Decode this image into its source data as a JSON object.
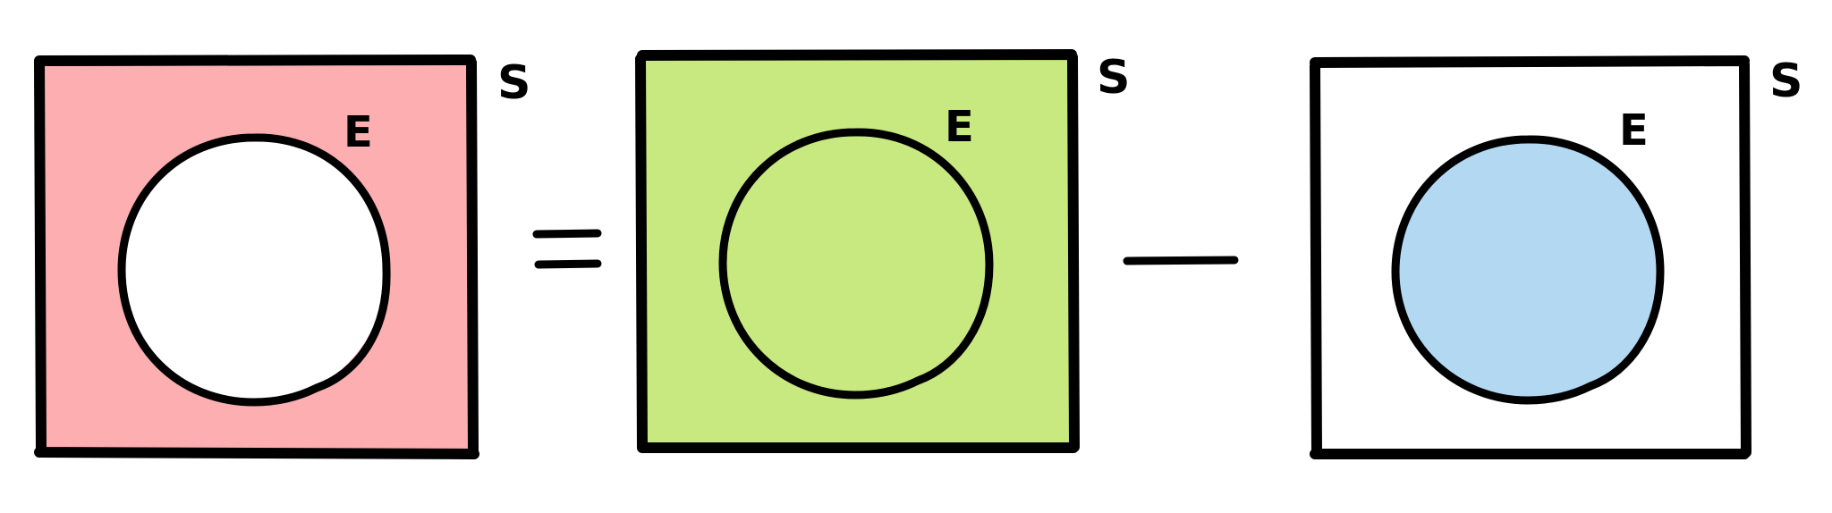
{
  "panels": [
    {
      "id": "complement",
      "set_label": "S",
      "event_label": "E",
      "square_fill": "#FCAEB0",
      "circle_fill": "#FFFFFF"
    },
    {
      "id": "whole",
      "set_label": "S",
      "event_label": "E",
      "square_fill": "#C8E880",
      "circle_fill": "#C8E880"
    },
    {
      "id": "event",
      "set_label": "S",
      "event_label": "E",
      "square_fill": "#FFFFFF",
      "circle_fill": "#B3D8F2"
    }
  ],
  "operators": {
    "equals": "equals-sign",
    "minus": "minus-sign"
  },
  "colors": {
    "outline": "#000000",
    "background": "#FFFFFF"
  }
}
